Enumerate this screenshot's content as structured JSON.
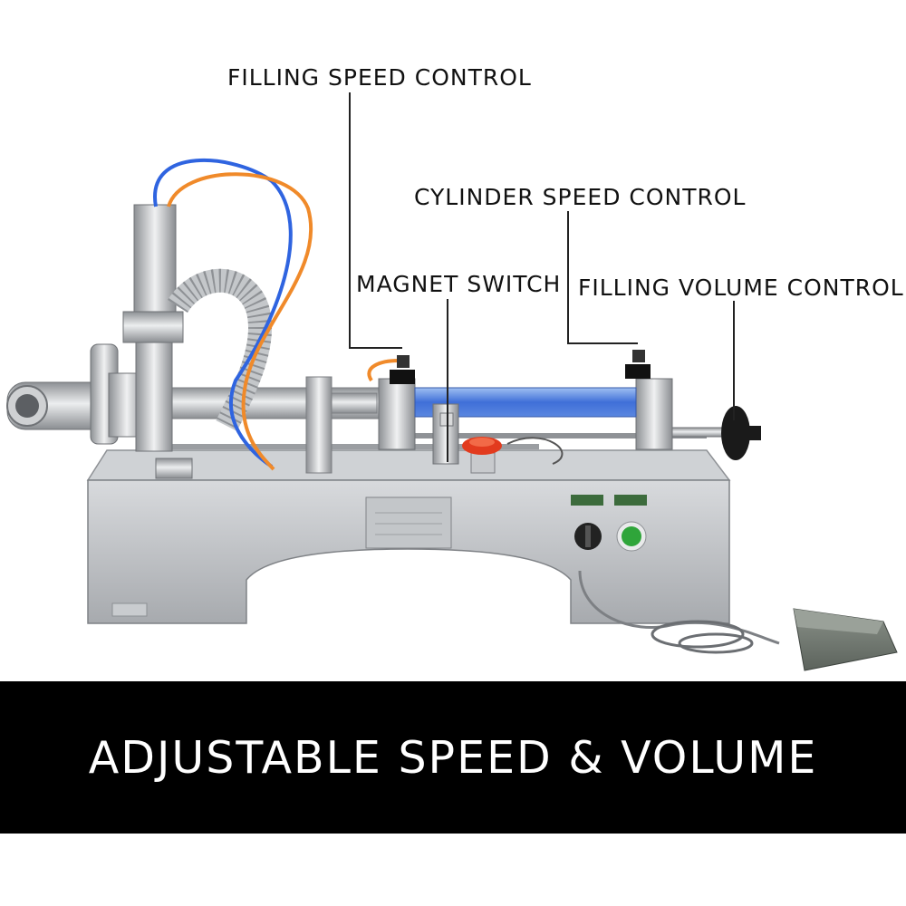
{
  "callouts": {
    "filling_speed": "FILLING SPEED CONTROL",
    "cylinder_speed": "CYLINDER SPEED CONTROL",
    "magnet_switch": "MAGNET SWITCH",
    "filling_volume": "FILLING VOLUME CONTROL"
  },
  "banner": {
    "text": "ADJUSTABLE SPEED & VOLUME"
  },
  "colors": {
    "banner_background": "#000000",
    "banner_text": "#ffffff",
    "callout_text": "#111111",
    "machine_steel": "#b9bcbf",
    "cylinder_blue": "#3f6fd8",
    "hose_orange": "#f08a2a",
    "hose_blue": "#2f64e0",
    "start_button_green": "#2fa53a",
    "stop_button_red": "#e23b1e"
  }
}
